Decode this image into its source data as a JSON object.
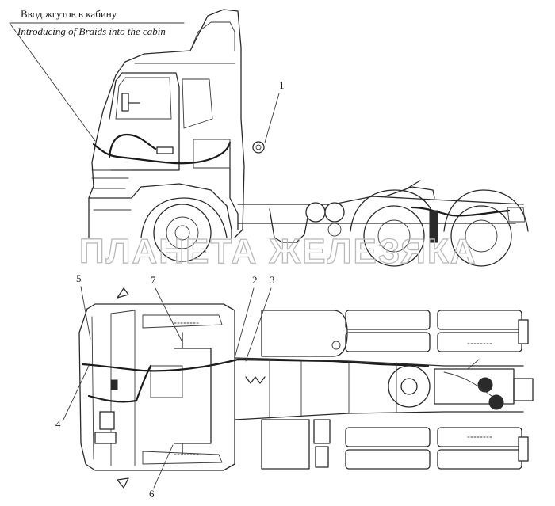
{
  "caption": {
    "ru": "Ввод жгутов в кабину",
    "en": "Introducing of Braids into the cabin"
  },
  "watermark": "ПЛАНЕТА ЖЕЛЕЗЯКА",
  "callouts": {
    "c1": "1",
    "c2": "2",
    "c3": "3",
    "c4": "4",
    "c5": "5",
    "c6": "6",
    "c7": "7"
  }
}
